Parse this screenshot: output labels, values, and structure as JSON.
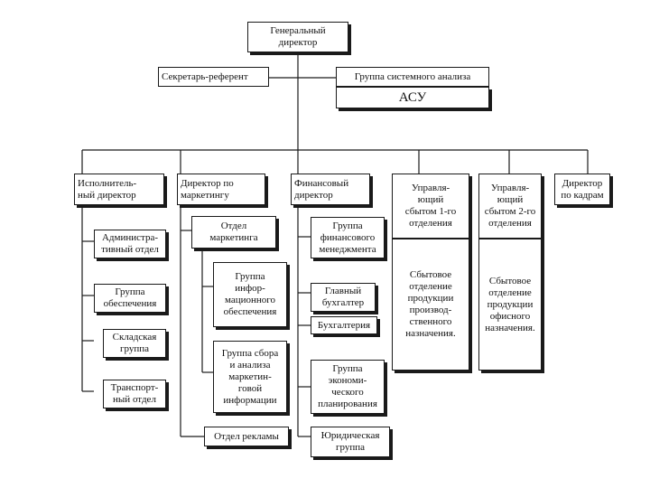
{
  "general_director": "Генеральный\nдиректор",
  "secretary": "Секретарь-референт",
  "system_analysis_group": "Группа системного анализа",
  "asu": "АСУ",
  "exec_director": "Исполнитель-\nный директор",
  "exec_units": [
    "Администра-\nтивный отдел",
    "Группа\nобеспечения",
    "Складская\nгруппа",
    "Транспорт-\nный отдел"
  ],
  "marketing_director": "Директор по\nмаркетингу",
  "marketing_dept": "Отдел\nмаркетинга",
  "marketing_groups": [
    "Группа\nинфор-\nмационного\nобеспечения",
    "Группа сбора\nи анализа\nмаркетин-\nговой\nинформации"
  ],
  "advertising_dept": "Отдел рекламы",
  "finance_director": "Финансовый\nдиректор",
  "finance_units": [
    "Группа\nфинансового\nменеджмента",
    "Главный\nбухгалтер",
    "Бухгалтерия",
    "Группа\nэкономи-\nческого\nпланирования",
    "Юридическая\nгруппа"
  ],
  "sales1_manager": "Управля-\nющий\nсбытом 1-го\nотделения",
  "sales1_office": "Сбытовое\nотделение\nпродукции\nпроизвод-\nственного\nназначения.",
  "sales2_manager": "Управля-\nющий\nсбытом 2-го\nотделения",
  "sales2_office": "Сбытовое\nотделение\nпродукции\nофисного\nназначения.",
  "hr_director": "Директор\nпо кадрам"
}
